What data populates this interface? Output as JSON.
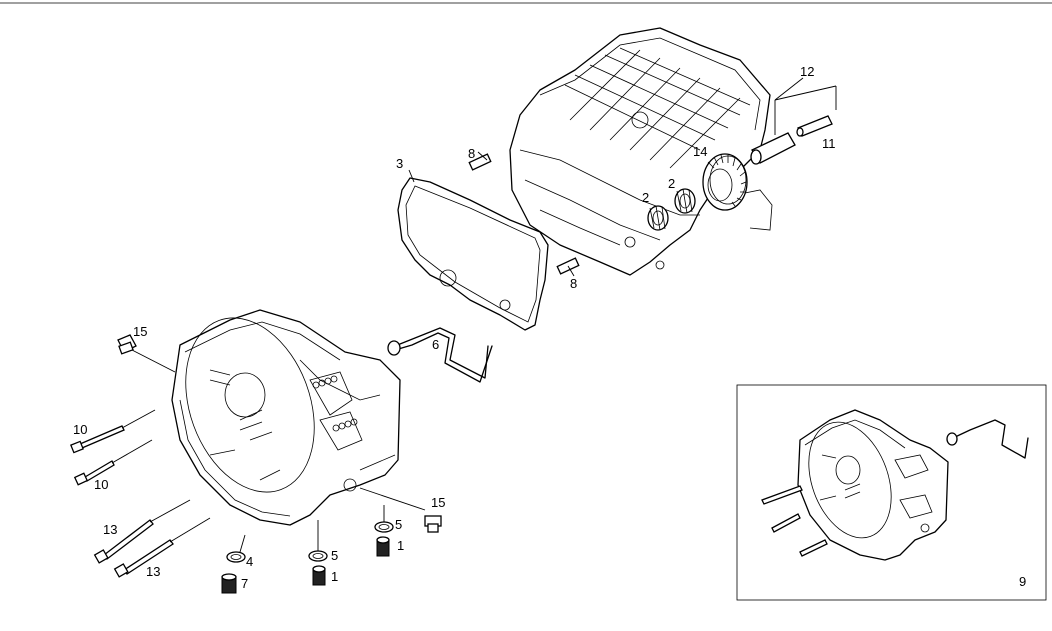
{
  "diagram": {
    "callouts": [
      {
        "id": "c12",
        "label": "12"
      },
      {
        "id": "c11",
        "label": "11"
      },
      {
        "id": "c14",
        "label": "14"
      },
      {
        "id": "c2a",
        "label": "2"
      },
      {
        "id": "c2b",
        "label": "2"
      },
      {
        "id": "c8a",
        "label": "8"
      },
      {
        "id": "c8b",
        "label": "8"
      },
      {
        "id": "c3",
        "label": "3"
      },
      {
        "id": "c6",
        "label": "6"
      },
      {
        "id": "c15a",
        "label": "15"
      },
      {
        "id": "c15b",
        "label": "15"
      },
      {
        "id": "c10a",
        "label": "10"
      },
      {
        "id": "c10b",
        "label": "10"
      },
      {
        "id": "c13a",
        "label": "13"
      },
      {
        "id": "c13b",
        "label": "13"
      },
      {
        "id": "c4",
        "label": "4"
      },
      {
        "id": "c7",
        "label": "7"
      },
      {
        "id": "c5a",
        "label": "5"
      },
      {
        "id": "c5b",
        "label": "5"
      },
      {
        "id": "c1a",
        "label": "1"
      },
      {
        "id": "c1b",
        "label": "1"
      },
      {
        "id": "c9",
        "label": "9"
      }
    ]
  }
}
